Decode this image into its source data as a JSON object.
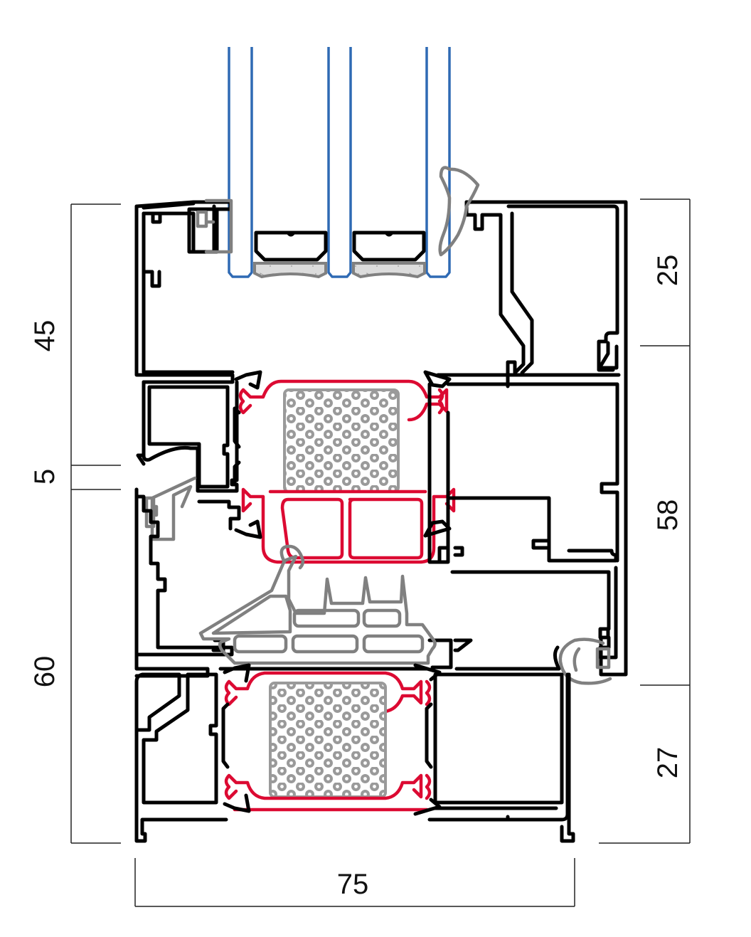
{
  "drawing": {
    "colors": {
      "aluminium_profile": "#000000",
      "thermal_break": "#dc0a32",
      "gasket": "#808080",
      "glass": "#2f6ab4",
      "insulation_fill": "#9a9a9a",
      "sealant_fill": "#dcdcdc"
    },
    "dimensions": {
      "left": [
        {
          "label": "45"
        },
        {
          "label": "5"
        },
        {
          "label": "60"
        }
      ],
      "right": [
        {
          "label": "25"
        },
        {
          "label": "58"
        },
        {
          "label": "27"
        }
      ],
      "bottom": [
        {
          "label": "75"
        }
      ]
    }
  }
}
